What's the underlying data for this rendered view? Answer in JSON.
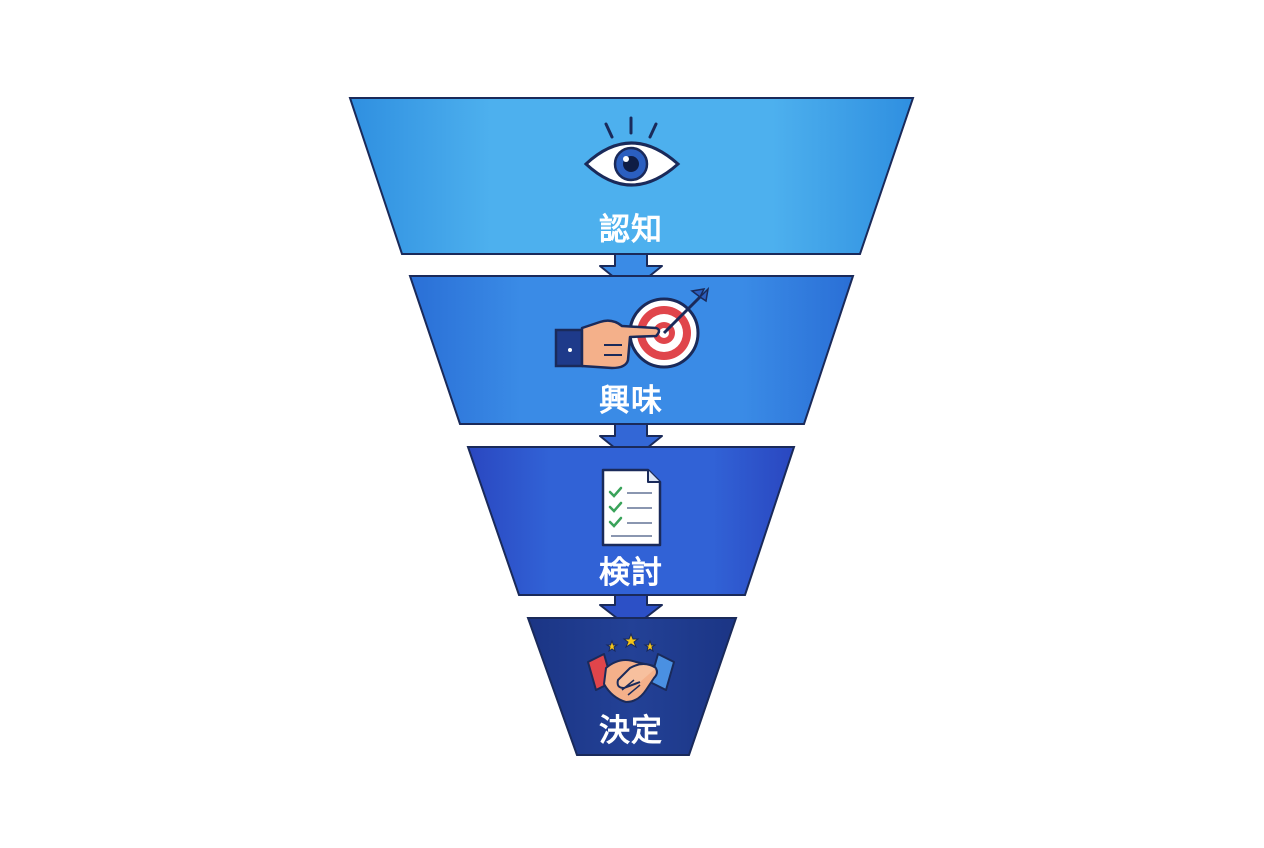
{
  "funnel": {
    "stages": [
      {
        "label": "認知",
        "icon": "eye-icon",
        "color": "#3b8fe0"
      },
      {
        "label": "興味",
        "icon": "hand-target-icon",
        "color": "#2f77d9"
      },
      {
        "label": "検討",
        "icon": "checklist-document-icon",
        "color": "#2b4fc4"
      },
      {
        "label": "決定",
        "icon": "handshake-icon",
        "color": "#1d3a8f"
      }
    ],
    "connector_icon": "arrow-down-icon",
    "accent_colors": {
      "target_red": "#e0454b",
      "check_green": "#3aa35a",
      "star_yellow": "#f5c518",
      "outline": "#1a2a5a"
    }
  }
}
